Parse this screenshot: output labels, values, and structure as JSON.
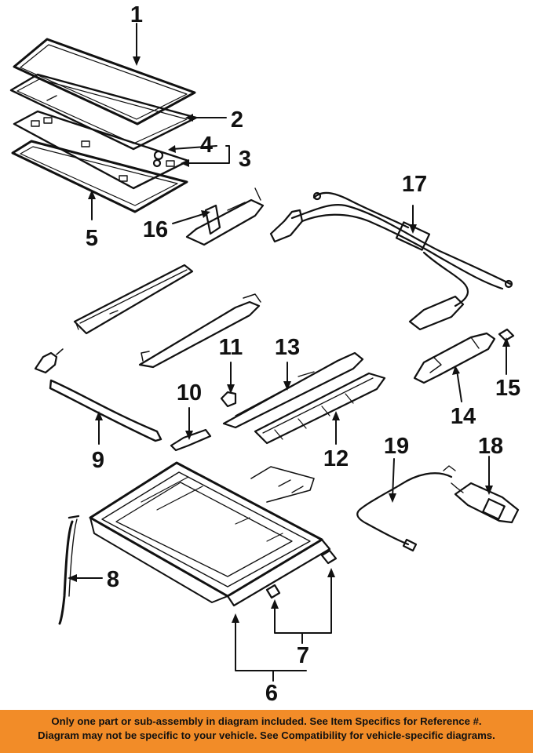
{
  "diagram": {
    "callouts": [
      "1",
      "2",
      "3",
      "4",
      "5",
      "6",
      "7",
      "8",
      "9",
      "10",
      "11",
      "12",
      "13",
      "14",
      "15",
      "16",
      "17",
      "18",
      "19"
    ]
  },
  "footer": {
    "line1": "Only one part or sub-assembly in diagram included. See Item Specifics for Reference #.",
    "line2": "Diagram may not be specific to your vehicle. See Compatibility for vehicle-specific diagrams."
  }
}
